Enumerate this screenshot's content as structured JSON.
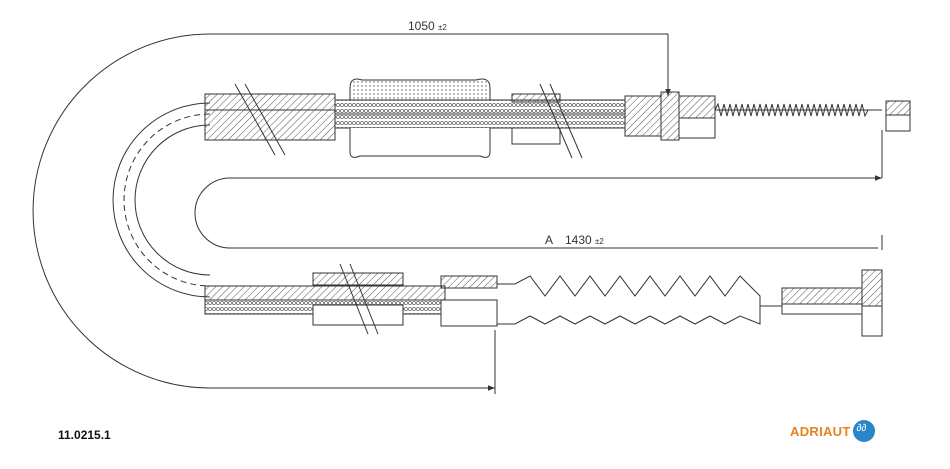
{
  "part_number": "11.0215.1",
  "brand": {
    "name": "ADRIAUTO",
    "text": "ADRIAUT",
    "badge_glyph": "∂∂",
    "text_color": "#e8821e",
    "badge_color": "#2a86c8"
  },
  "dimensions": {
    "upper": {
      "value": "1050",
      "tolerance": "±2"
    },
    "lower": {
      "prefix": "A",
      "value": "1430",
      "tolerance": "±2"
    }
  },
  "colors": {
    "line": "#333333",
    "hatch": "#555555",
    "background": "#ffffff"
  }
}
